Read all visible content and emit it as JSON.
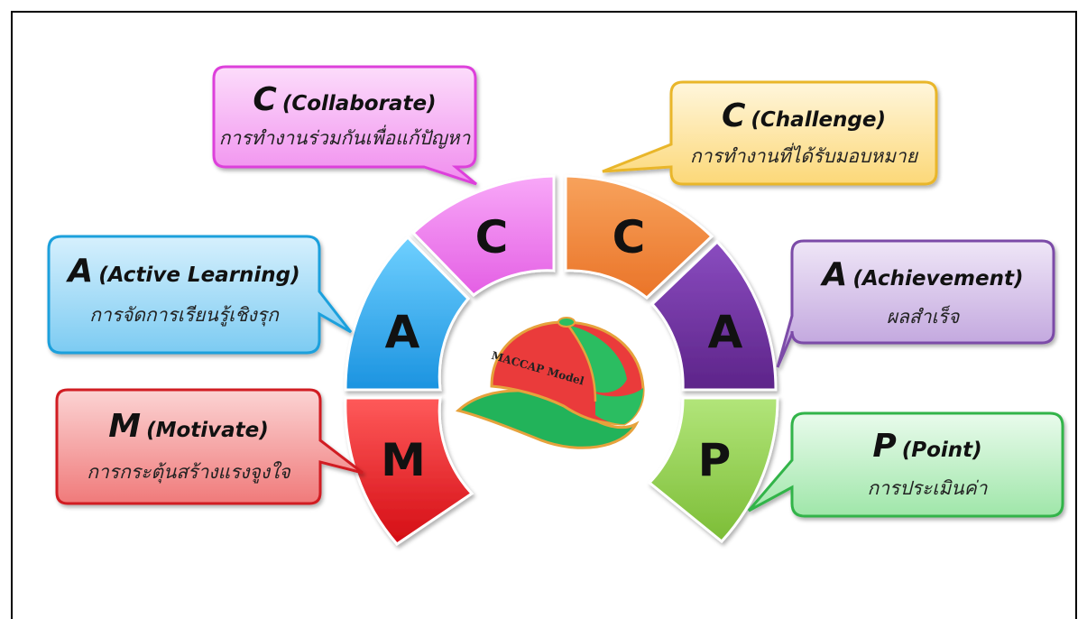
{
  "cap": {
    "label": "MACCAP Model"
  },
  "segments": [
    {
      "letter": "M",
      "color": "#e8141b"
    },
    {
      "letter": "A",
      "color": "#1ea3ef"
    },
    {
      "letter": "C",
      "color": "#ee76ee"
    },
    {
      "letter": "C",
      "color": "#f1853b"
    },
    {
      "letter": "A",
      "color": "#7332a3"
    },
    {
      "letter": "P",
      "color": "#93d150"
    }
  ],
  "bubbles": [
    {
      "key": "M",
      "letter": "M",
      "name": "(Motivate)",
      "desc": "การกระตุ้นสร้างแรงจูงใจ",
      "fill": "#f28a8a",
      "border": "#d11c24"
    },
    {
      "key": "A1",
      "letter": "A",
      "name": "(Active Learning)",
      "desc": "การจัดการเรียนรู้เชิงรุก",
      "fill": "#8fd2f4",
      "border": "#1ba0dc"
    },
    {
      "key": "C1",
      "letter": "C",
      "name": "(Collaborate)",
      "desc": "การทำงานร่วมกันเพื่อแก้ปัญหา",
      "fill": "#f5a0f3",
      "border": "#dd3fdb"
    },
    {
      "key": "C2",
      "letter": "C",
      "name": "(Challenge)",
      "desc": "การทำงานที่ได้รับมอบหมาย",
      "fill": "#fde49b",
      "border": "#e9b629"
    },
    {
      "key": "A2",
      "letter": "A",
      "name": "(Achievement)",
      "desc": "ผลสำเร็จ",
      "fill": "#c9b1e0",
      "border": "#7c4ca8"
    },
    {
      "key": "P",
      "letter": "P",
      "name": "(Point)",
      "desc": "การประเมินค่า",
      "fill": "#b9eec0",
      "border": "#32b44a"
    }
  ]
}
